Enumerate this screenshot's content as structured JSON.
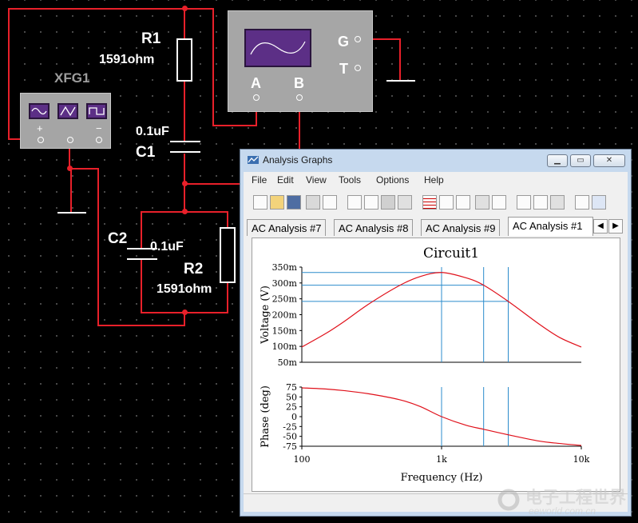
{
  "circuit": {
    "generator": {
      "name": "XFG1",
      "plus": "+",
      "minus": "−"
    },
    "r1": {
      "name": "R1",
      "value": "1591ohm"
    },
    "c1": {
      "name": "C1",
      "value": "0.1uF"
    },
    "c2": {
      "name": "C2",
      "value": "0.1uF"
    },
    "r2": {
      "name": "R2",
      "value": "1591ohm"
    },
    "oscilloscope": {
      "ch_a": "A",
      "ch_b": "B",
      "ground": "G",
      "trigger": "T"
    }
  },
  "window": {
    "title": "Analysis Graphs",
    "menus": [
      "File",
      "Edit",
      "View",
      "Tools",
      "Options",
      "Help"
    ],
    "tabs": [
      "AC Analysis #7",
      "AC Analysis #8",
      "AC Analysis #9",
      "AC Analysis #1"
    ],
    "active_tab": "AC Analysis #1",
    "colors": {
      "trace": "#e0101a",
      "cursor": "#2b8ccc",
      "titlebar": "#c6d9ee"
    }
  },
  "chart_data": {
    "type": "line",
    "title": "Circuit1",
    "xlabel": "Frequency (Hz)",
    "x_scale": "log",
    "x_ticks": [
      "100",
      "1k",
      "10k"
    ],
    "x_range": [
      100,
      10000
    ],
    "panels": [
      {
        "ylabel": "Voltage (V)",
        "ylim": [
          50,
          350
        ],
        "y_unit": "m",
        "y_ticks": [
          "350m",
          "300m",
          "250m",
          "200m",
          "150m",
          "100m",
          "50m"
        ],
        "cursor_x": [
          1000,
          2000,
          3000
        ],
        "cursor_y": [
          333,
          293,
          242
        ]
      },
      {
        "ylabel": "Phase (deg)",
        "ylim": [
          -75,
          75
        ],
        "y_ticks": [
          "75",
          "50",
          "25",
          "0",
          "-25",
          "-50",
          "-75"
        ],
        "cursor_x": [
          1000,
          2000,
          3000
        ]
      }
    ],
    "series": [
      {
        "panel": 0,
        "x": [
          100,
          150,
          200,
          300,
          500,
          700,
          1000,
          1500,
          2000,
          3000,
          5000,
          7000,
          10000
        ],
        "y": [
          98,
          142,
          178,
          233,
          292,
          320,
          333,
          316,
          293,
          242,
          170,
          128,
          98
        ]
      },
      {
        "panel": 1,
        "x": [
          100,
          150,
          200,
          300,
          500,
          700,
          1000,
          1500,
          2000,
          3000,
          5000,
          7000,
          10000
        ],
        "y": [
          73,
          70,
          66,
          58,
          43,
          26,
          0,
          -22,
          -32,
          -46,
          -62,
          -68,
          -73
        ]
      }
    ]
  },
  "watermark": {
    "text": "电子工程世界",
    "sub": "eeworld.com.cn"
  }
}
